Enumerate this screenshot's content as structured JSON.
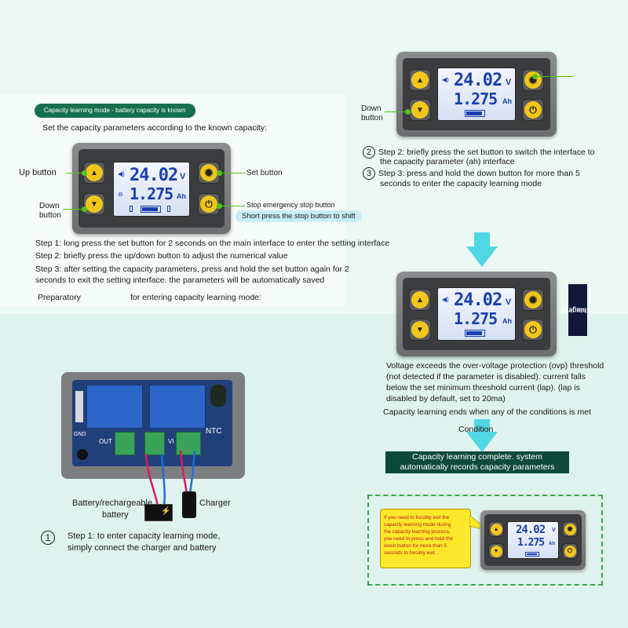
{
  "left_panel": {
    "pill": "Capacity learning mode - battery capacity is known",
    "intro": "Set the capacity parameters according to the known capacity:",
    "labels": {
      "up": "Up button",
      "down_1": "Down",
      "down_2": "button",
      "set": "Set button",
      "stop": "Stop emergency stop button",
      "shift": "Short press the stop button to shift"
    },
    "steps": [
      "Step 1: long press the set button for 2 seconds on the main interface to enter the setting interface",
      "Step 2: briefly press the up/down button to adjust the numerical value",
      "Step 3: after setting the capacity parameters, press and hold the set button again for 2",
      "seconds to exit the setting interface. the parameters will be automatically saved"
    ],
    "preparatory_1": "Preparatory",
    "preparatory_2": "for entering capacity learning mode:"
  },
  "display": {
    "voltage": "24.02",
    "voltage_unit": "V",
    "capacity": "1.275",
    "capacity_unit": "Ah"
  },
  "board": {
    "labels": [
      "OUT",
      "VI",
      "NTC",
      "GND"
    ],
    "battery_1": "Battery/rechargeable",
    "battery_2": "battery",
    "charger": "Charger"
  },
  "left_step1": {
    "number": "1",
    "line1": "Step 1: to enter capacity learning mode,",
    "line2": "simply connect the charger and battery"
  },
  "right_panel": {
    "down_1": "Down",
    "down_2": "button",
    "step2_number": "2",
    "step2_line1": "Step 2: briefly press the set button to switch the interface to",
    "step2_line2": "the capacity parameter (ah) interface",
    "step3_number": "3",
    "step3_line1": "Step 3: press and hold the down button for more than 5",
    "step3_line2": "seconds to enter the capacity learning mode",
    "stage_1": "Charging",
    "stage_2": "stage",
    "cond_lines": [
      "Voltage exceeds the over-voltage protection (ovp) threshold",
      "(not detected if the parameter is disabled). current falls",
      "below the set minimum threshold current (lap). (lap is",
      "disabled by default, set to 20ma)"
    ],
    "cond_end": "Capacity learning ends when any of the conditions is met",
    "condition": "Condition",
    "complete_1": "Capacity learning complete. system",
    "complete_2": "automatically records capacity parameters",
    "note_lines": [
      "If you need to forcibly exit the",
      "capacity learning mode during",
      "the capacity learning process,",
      "you need to press and hold the",
      "down button for more than 5",
      "seconds to forcibly exit."
    ]
  },
  "colors": {
    "accent_green": "#52c41a",
    "button_yellow": "#f2c61a",
    "lcd_blue": "#1a3fb0",
    "arrow_cyan": "#4fd8e4",
    "dark_band": "#0e4a3a"
  }
}
